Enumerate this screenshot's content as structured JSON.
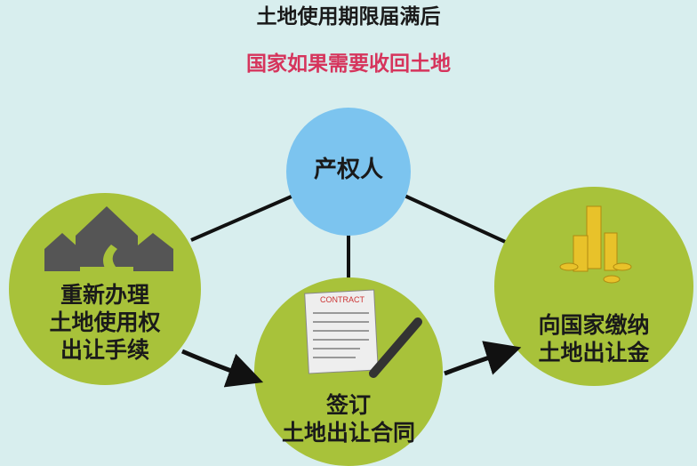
{
  "title": "土地使用期限届满后",
  "subtitle": "国家如果需要收回土地",
  "colors": {
    "background": "#d8eeee",
    "title": "#1a1a1a",
    "subtitle": "#d6345c",
    "center_node": "#7cc4ef",
    "step_node": "#a8c23a"
  },
  "center_node": {
    "label": "产权人"
  },
  "steps": [
    {
      "lines": [
        "重新办理",
        "土地使用权",
        "出让手续"
      ],
      "icon": "houses-icon"
    },
    {
      "lines": [
        "签订",
        "土地出让合同"
      ],
      "icon": "contract-pen-icon",
      "contract_text": "CONTRACT"
    },
    {
      "lines": [
        "向国家缴纳",
        "土地出让金"
      ],
      "icon": "gold-coins-icon"
    }
  ]
}
